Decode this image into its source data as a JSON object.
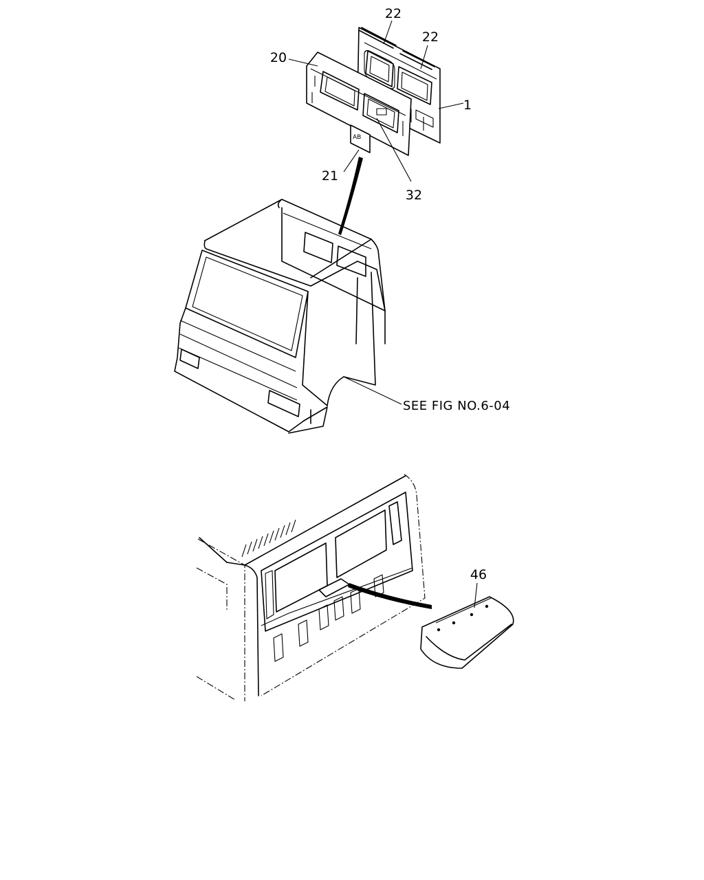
{
  "callouts": {
    "c22a": "22",
    "c22b": "22",
    "c20": "20",
    "c1": "1",
    "c21": "21",
    "c32": "32",
    "c46": "46"
  },
  "reference_note": "SEE FIG NO.6-04",
  "colors": {
    "line": "#000000",
    "background": "#ffffff"
  }
}
